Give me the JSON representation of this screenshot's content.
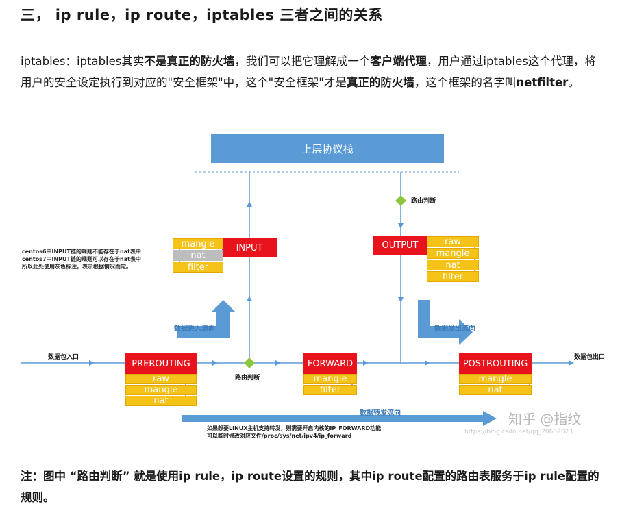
{
  "heading": "三， ip rule，ip route，iptables 三者之间的关系",
  "para": {
    "p1": "iptables：iptables其实",
    "b1": "不是真正的防火墙",
    "p2": "，我们可以把它理解成一个",
    "b2": "客户端代理",
    "p3": "，用户通过iptables这个代理，将用户的安全设定执行到对应的\"安全框架\"中，这个\"安全框架\"才是",
    "b3": "真正的防火墙",
    "p4": "，这个框架的名字叫",
    "b4": "netfilter",
    "p5": "。"
  },
  "diagram": {
    "top_layer": "上层协议栈",
    "route_decision": "路由判断",
    "data_in_label": "数据包入口",
    "data_out_label": "数据包出口",
    "flow_in": "数据进入流向",
    "flow_out": "数据发出流向",
    "flow_forward": "数据转发流向",
    "centos_note": [
      "centos6中INPUT链的规则不能存在于nat表中",
      "centos7中INPUT链的规则可以存在于nat表中",
      "所以此处使用灰色标注，表示根据情况而定。"
    ],
    "forward_note": [
      "如果想要LINUX主机支持转发，则需要开启内核的IP_FORWARD功能",
      "可以临时修改对应文件/proc/sys/net/ipv4/ip_forward"
    ],
    "chains": {
      "input": {
        "name": "INPUT",
        "tables": [
          "mangle",
          "nat",
          "filter"
        ]
      },
      "output": {
        "name": "OUTPUT",
        "tables": [
          "raw",
          "mangle",
          "nat",
          "filter"
        ]
      },
      "prerouting": {
        "name": "PREROUTING",
        "tables": [
          "raw",
          "mangle",
          "nat"
        ]
      },
      "forward": {
        "name": "FORWARD",
        "tables": [
          "mangle",
          "filter"
        ]
      },
      "postrouting": {
        "name": "POSTROUTING",
        "tables": [
          "mangle",
          "nat"
        ]
      }
    },
    "watermark": "知乎 @指纹",
    "watermark_url": "https://blog.csdn.net/qq_20602023",
    "colors": {
      "chain": "#e8131c",
      "table": "#f5c218",
      "gray_table": "#bdbdbd",
      "layer": "#5b9bd5",
      "arrow": "#5b9bd5",
      "diamond": "#8cc63f"
    }
  },
  "note": "注：图中 “路由判断” 就是使用ip rule，ip route设置的规则，其中ip route配置的路由表服务于ip rule配置的规则。"
}
